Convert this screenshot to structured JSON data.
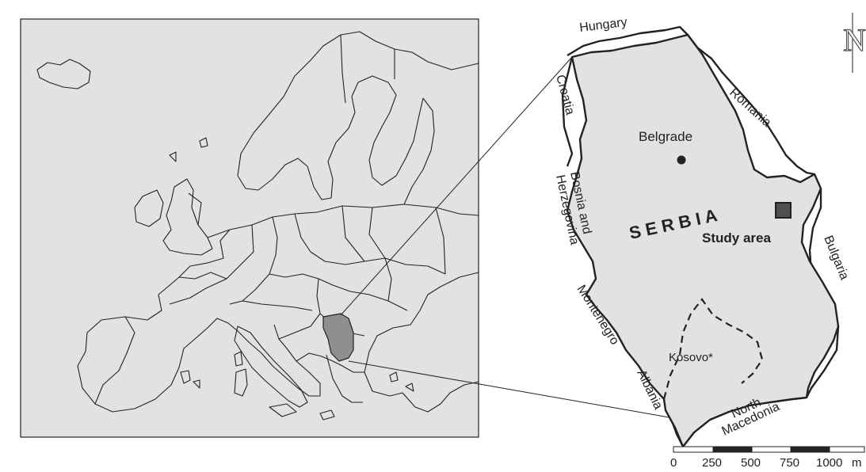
{
  "colors": {
    "land": "#e2e2e2",
    "border": "#222222",
    "serbia_highlight": "#8f8f8f",
    "study_area": "#505050",
    "background": "#ffffff"
  },
  "labels": {
    "north_symbol": "N",
    "country": "S E R B I A",
    "capital": "Belgrade",
    "study_area": "Study area",
    "kosovo": "Kosovo*",
    "neighbors": {
      "hungary": "Hungary",
      "croatia": "Croatia",
      "romania": "Romania",
      "bosnia_1": "Bosnia and",
      "bosnia_2": "Herzegovina",
      "bulgaria": "Bulgaria",
      "montenegro": "Montenegro",
      "albania": "Albania",
      "north_macedonia_1": "North",
      "north_macedonia_2": "Macedonia"
    }
  },
  "scale_bar": {
    "ticks": [
      "0",
      "250",
      "500",
      "750",
      "1000"
    ],
    "unit": "m"
  }
}
